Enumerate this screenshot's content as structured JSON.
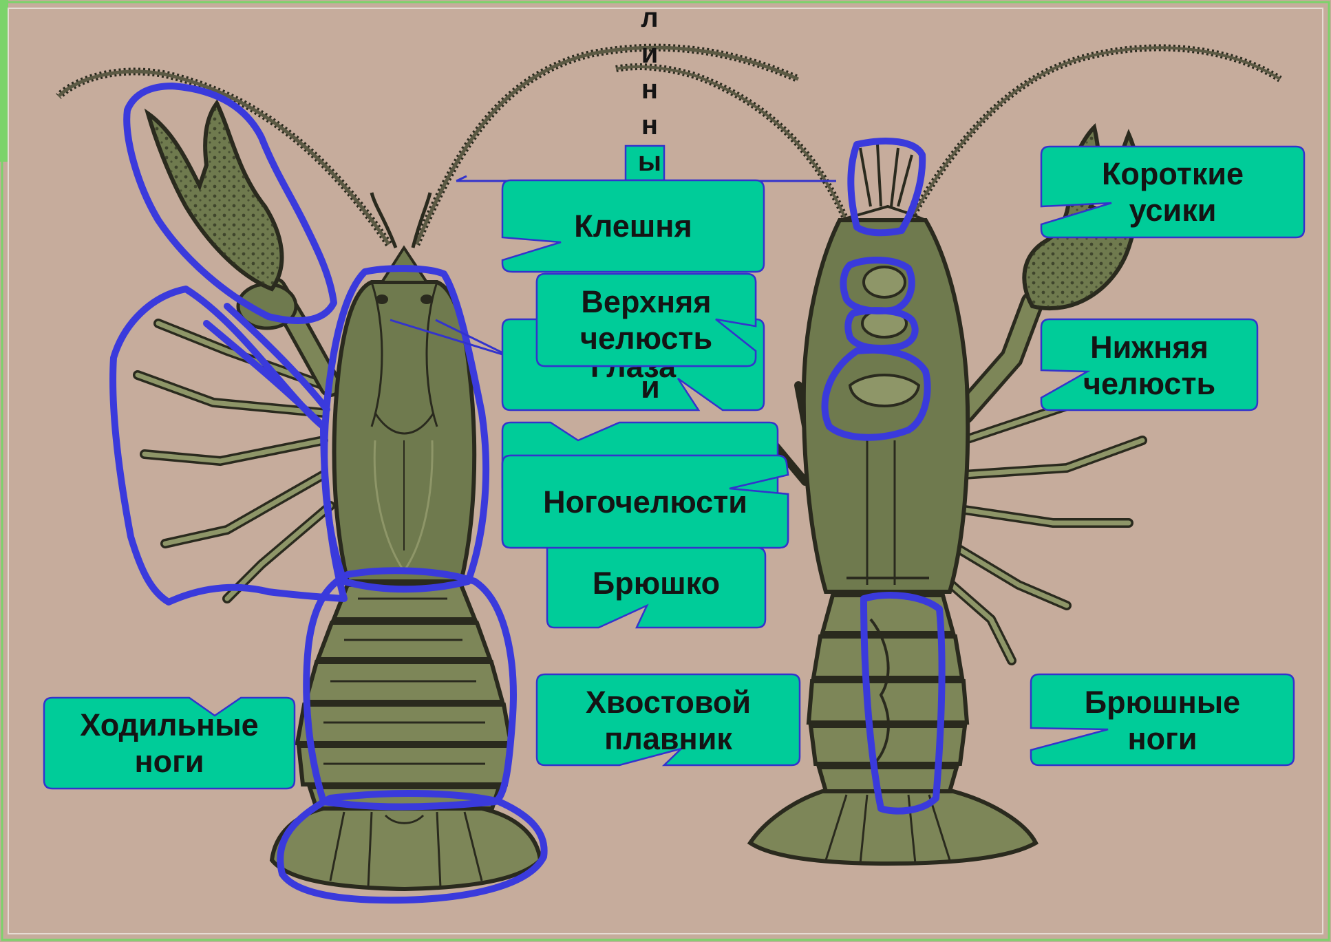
{
  "colors": {
    "background": "#c6ac9c",
    "callout_fill": "#00cc99",
    "callout_border": "#3333cc",
    "outline_blue": "#3a3adc",
    "frame_green": "#7bd36a",
    "body_olive": "#6f7a4e",
    "body_olive_light": "#8e9668",
    "ink": "#2a2a1e"
  },
  "vertical_label": {
    "chars": [
      "л",
      "и",
      "н",
      "н",
      "ы"
    ]
  },
  "callouts": [
    {
      "id": "kleshnya",
      "text": "Клешня"
    },
    {
      "id": "glaza",
      "text": "Глаза"
    },
    {
      "id": "verkhnyaya",
      "text": "Верхняя\nчелюсть"
    },
    {
      "id": "hidden",
      "text": ""
    },
    {
      "id": "nogochelyusti",
      "text": "Ногочелюсти"
    },
    {
      "id": "bryushko",
      "text": "Брюшко"
    },
    {
      "id": "khvostovoy",
      "text": "Хвостовой\nплавник"
    },
    {
      "id": "korotkie",
      "text": "Короткие\nусики"
    },
    {
      "id": "nizhnyaya",
      "text": "Нижняя\nчелюсть"
    },
    {
      "id": "khodilnye",
      "text": "Ходильные\nноги"
    },
    {
      "id": "bryushnye",
      "text": "Брюшные\nноги"
    }
  ],
  "stray_letter": "и"
}
